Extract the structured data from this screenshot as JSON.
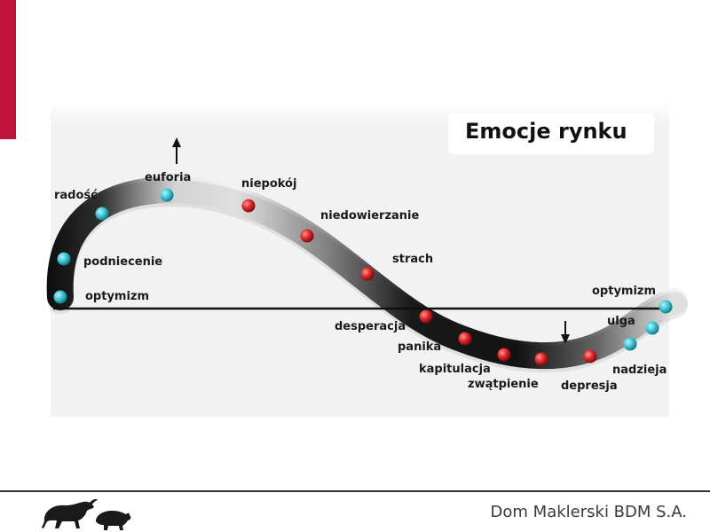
{
  "title": "Emocje rynku",
  "emotions": {
    "optymizm_start": "optymizm",
    "podniecenie": "podniecenie",
    "radosc": "radość",
    "euforia": "euforia",
    "niepokoj": "niepokój",
    "niedowierzanie": "niedowierzanie",
    "strach": "strach",
    "desperacja": "desperacja",
    "panika": "panika",
    "kapitulacja": "kapitulacja",
    "zwatpienie": "zwątpienie",
    "depresja": "depresja",
    "nadzieja": "nadzieja",
    "ulga": "ulga",
    "optymizm_end": "optymizm"
  },
  "footer": {
    "company": "Dom Maklerski BDM S.A."
  },
  "colors": {
    "accent": "#c0143c",
    "positive_dot": "#3ec6d6",
    "negative_dot": "#e0242a"
  },
  "icons": {
    "logo": "bull-and-bear-icon",
    "peak_marker": "arrow-up-icon",
    "trough_marker": "arrow-down-icon"
  }
}
